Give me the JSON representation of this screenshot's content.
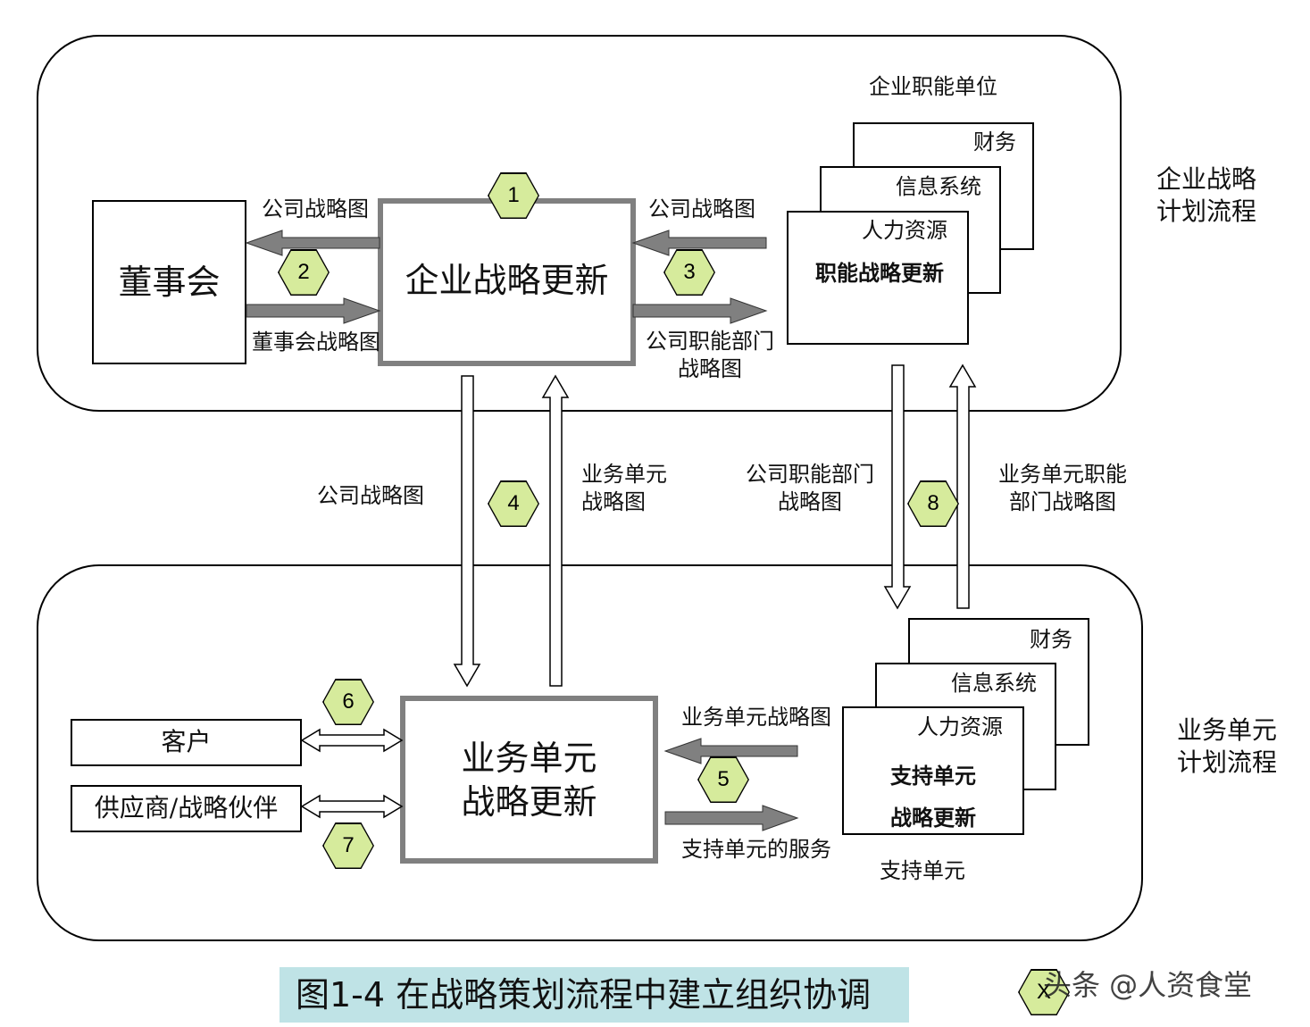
{
  "top_zone": {
    "title": "企业战略\n计划流程",
    "board": "董事会",
    "corp_update": "企业战略更新",
    "functional_units_title": "企业职能单位",
    "functional_stack": [
      "财务",
      "信息系统",
      "人力资源"
    ],
    "functional_update": "职能战略更新",
    "label_company_map_left": "公司战略图",
    "label_board_map": "董事会战略图",
    "label_company_map_right": "公司战略图",
    "label_functional_map": "公司职能部门\n战略图"
  },
  "middle": {
    "label_company_map": "公司战略图",
    "label_bu_map": "业务单元\n战略图",
    "label_functional_map": "公司职能部门\n战略图",
    "label_bu_functional_map": "业务单元职能\n部门战略图"
  },
  "bottom_zone": {
    "title": "业务单元\n计划流程",
    "customer": "客户",
    "supplier": "供应商/战略伙伴",
    "bu_update": "业务单元\n战略更新",
    "support_stack": [
      "财务",
      "信息系统",
      "人力资源"
    ],
    "support_update": "支持单元\n战略更新",
    "support_unit_label": "支持单元",
    "label_bu_map": "业务单元战略图",
    "label_support_service": "支持单元的服务"
  },
  "steps": [
    "1",
    "2",
    "3",
    "4",
    "5",
    "6",
    "7",
    "8",
    "X"
  ],
  "caption": "图1-4 在战略策划流程中建立组织协调",
  "watermark": "头条 @人资食堂",
  "colors": {
    "hex_fill": "#d6eb9c",
    "arrow_gray": "#808080",
    "caption_bg": "#bfe3e6"
  }
}
